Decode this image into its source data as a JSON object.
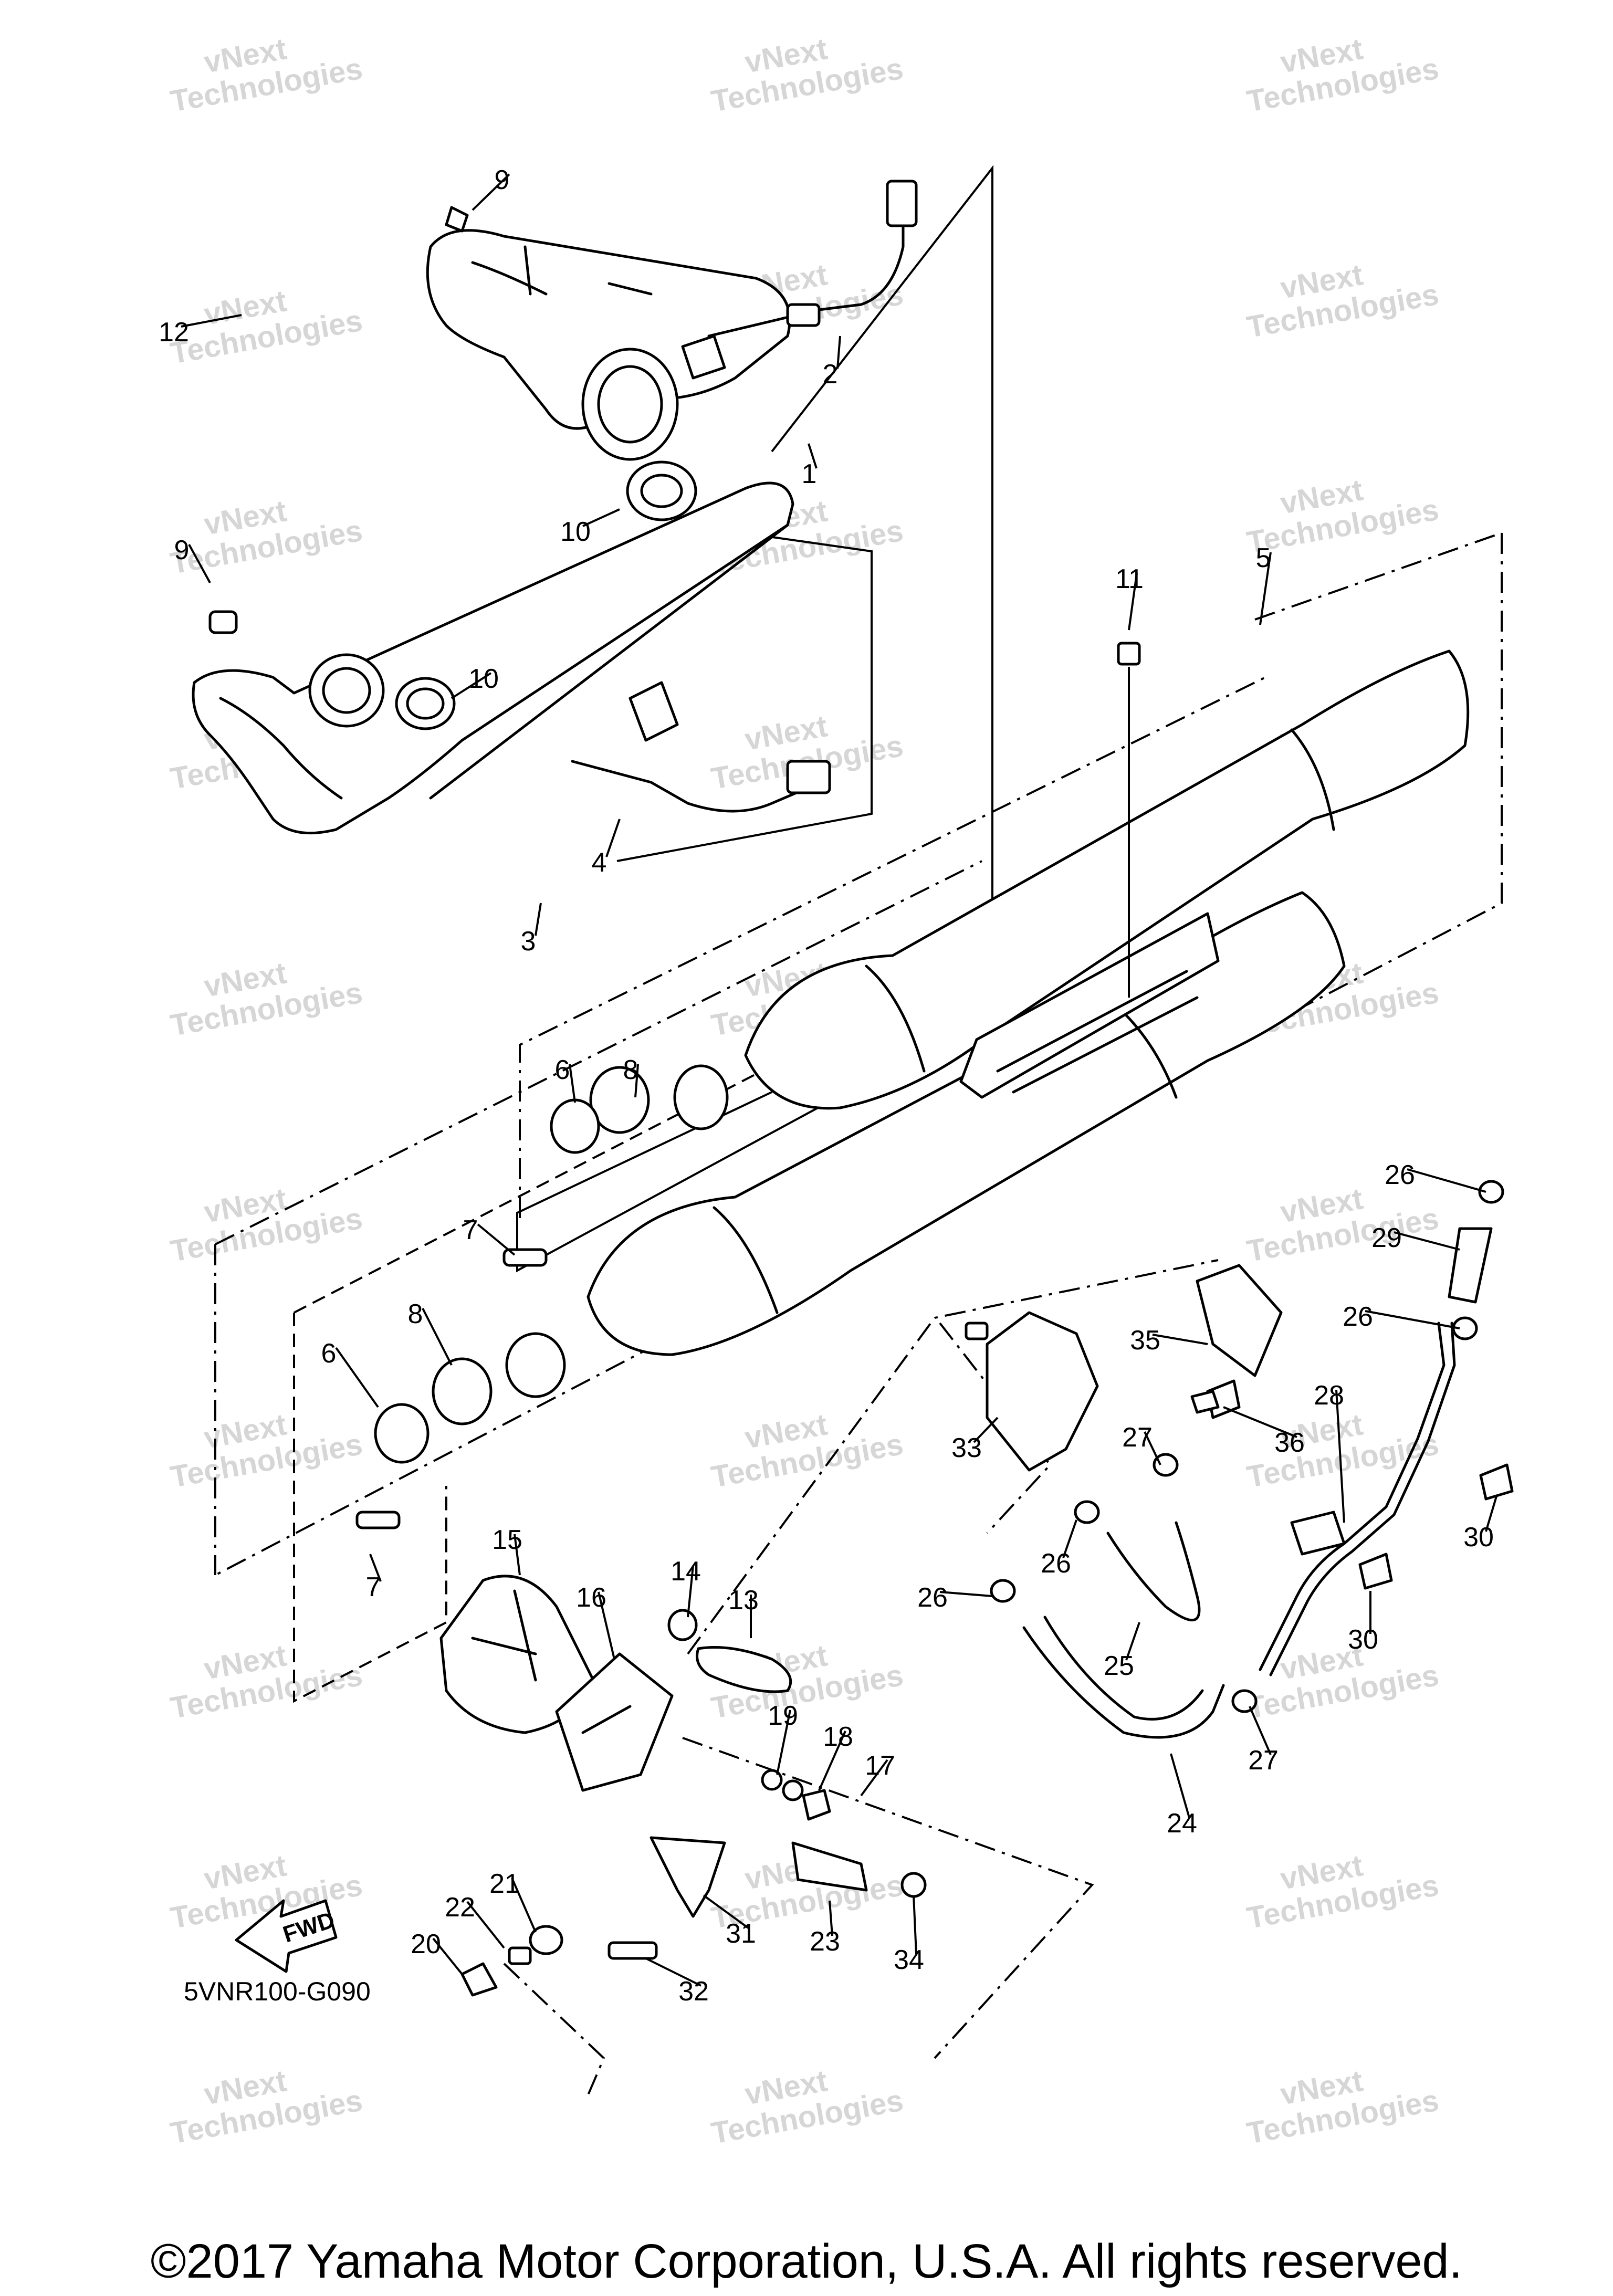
{
  "diagram": {
    "code": "5VNR100-G090",
    "fwd_label": "FWD",
    "watermark": [
      "vNext",
      "Technologies"
    ],
    "copyright": "©2017 Yamaha Motor Corporation, U.S.A. All rights reserved.",
    "callouts": [
      {
        "n": "1"
      },
      {
        "n": "2"
      },
      {
        "n": "3"
      },
      {
        "n": "4"
      },
      {
        "n": "5"
      },
      {
        "n": "6"
      },
      {
        "n": "6"
      },
      {
        "n": "7"
      },
      {
        "n": "7"
      },
      {
        "n": "8"
      },
      {
        "n": "8"
      },
      {
        "n": "9"
      },
      {
        "n": "9"
      },
      {
        "n": "10"
      },
      {
        "n": "10"
      },
      {
        "n": "11"
      },
      {
        "n": "12"
      },
      {
        "n": "13"
      },
      {
        "n": "14"
      },
      {
        "n": "15"
      },
      {
        "n": "16"
      },
      {
        "n": "17"
      },
      {
        "n": "18"
      },
      {
        "n": "19"
      },
      {
        "n": "20"
      },
      {
        "n": "21"
      },
      {
        "n": "22"
      },
      {
        "n": "23"
      },
      {
        "n": "24"
      },
      {
        "n": "25"
      },
      {
        "n": "26"
      },
      {
        "n": "26"
      },
      {
        "n": "26"
      },
      {
        "n": "26"
      },
      {
        "n": "27"
      },
      {
        "n": "27"
      },
      {
        "n": "28"
      },
      {
        "n": "29"
      },
      {
        "n": "30"
      },
      {
        "n": "30"
      },
      {
        "n": "31"
      },
      {
        "n": "32"
      },
      {
        "n": "33"
      },
      {
        "n": "34"
      },
      {
        "n": "35"
      },
      {
        "n": "36"
      }
    ]
  }
}
